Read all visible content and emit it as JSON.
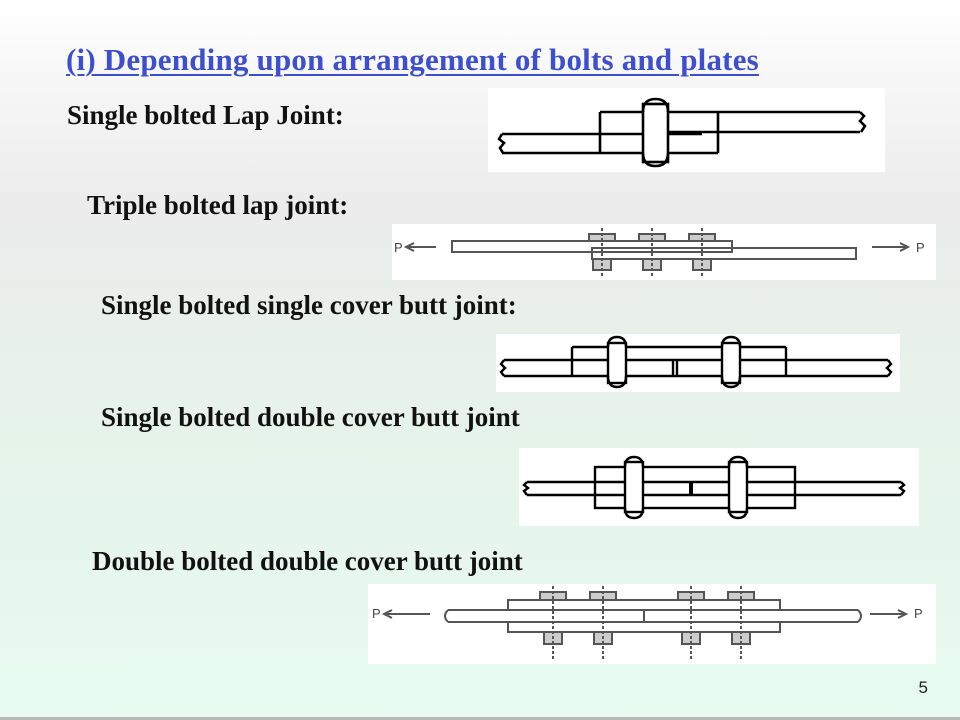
{
  "heading": "(i) Depending upon arrangement of bolts and plates",
  "labels": {
    "single_lap": "Single bolted Lap Joint:",
    "triple_lap": "Triple bolted lap joint:",
    "single_single_cover": "Single bolted single cover butt joint:",
    "single_double_cover": "Single bolted double cover butt joint",
    "double_double_cover": "Double bolted double cover butt joint"
  },
  "figure_text": {
    "triple_left_load": "P",
    "triple_right_load": "P",
    "double_left_load": "P",
    "double_right_load": "P"
  },
  "page_number": "5",
  "colors": {
    "heading": "#3d4fcf",
    "text": "#111111",
    "background_bottom": "#e7fbf1"
  }
}
